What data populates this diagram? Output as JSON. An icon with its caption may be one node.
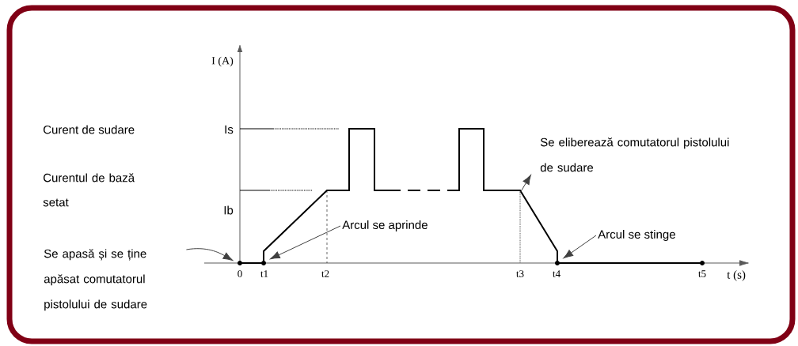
{
  "diagram": {
    "nodes": [
      {
        "text": [
          "Se apasă și se ține apăsat comutatorul pistolului de sudare"
        ]
      },
      {
        "text": [
          "Arcul se aprinde"
        ]
      },
      {
        "text": [
          "Se eliberează comutatorul pistolului de sudare"
        ]
      },
      {
        "text": [
          "Arcul se stinge"
        ]
      },
      {
        "text": [],
        "shape": "circle"
      },
      {
        "text": [],
        "shape": "circle"
      },
      {
        "text": [],
        "shape": "circle"
      }
    ],
    "edges": [
      {
        "from": 0,
        "to": 4,
        "arrow": "to"
      },
      {
        "from": 1,
        "to": 5,
        "arrow": "to"
      },
      {
        "from": null,
        "to": 2,
        "arrow": "to"
      },
      {
        "from": 3,
        "to": 6,
        "arrow": "to"
      }
    ],
    "labels": [
      "I (A)",
      "Curent de sudare",
      "Is",
      "Curentul de bază setat",
      "Ib",
      "0",
      "t1",
      "t2",
      "t3",
      "t4",
      "t5",
      "t (s)"
    ]
  }
}
